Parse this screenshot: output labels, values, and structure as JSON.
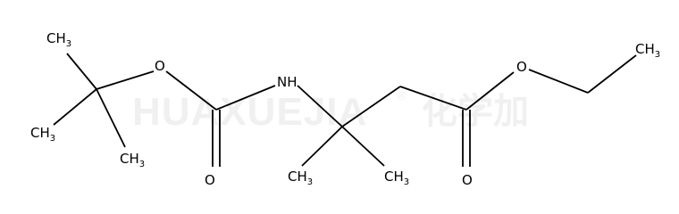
{
  "watermark": {
    "brand": "HUAXUEJIA",
    "registered": "®",
    "chinese": "化学加"
  },
  "atoms": {
    "me_top": {
      "text": "CH",
      "sub": "3"
    },
    "me_left": {
      "text": "CH",
      "sub": "3"
    },
    "me_right": {
      "text": "CH",
      "sub": "3"
    },
    "o_ether": {
      "text": "O"
    },
    "nh": {
      "text": "NH"
    },
    "o_carbonyl": {
      "text": "O"
    },
    "me_c1": {
      "text": "CH",
      "sub": "3"
    },
    "me_c2": {
      "text": "CH",
      "sub": "3"
    },
    "o_ester": {
      "text": "O"
    },
    "o_ester_db": {
      "text": "O"
    },
    "me_ethyl": {
      "text": "CH",
      "sub": "3"
    }
  }
}
